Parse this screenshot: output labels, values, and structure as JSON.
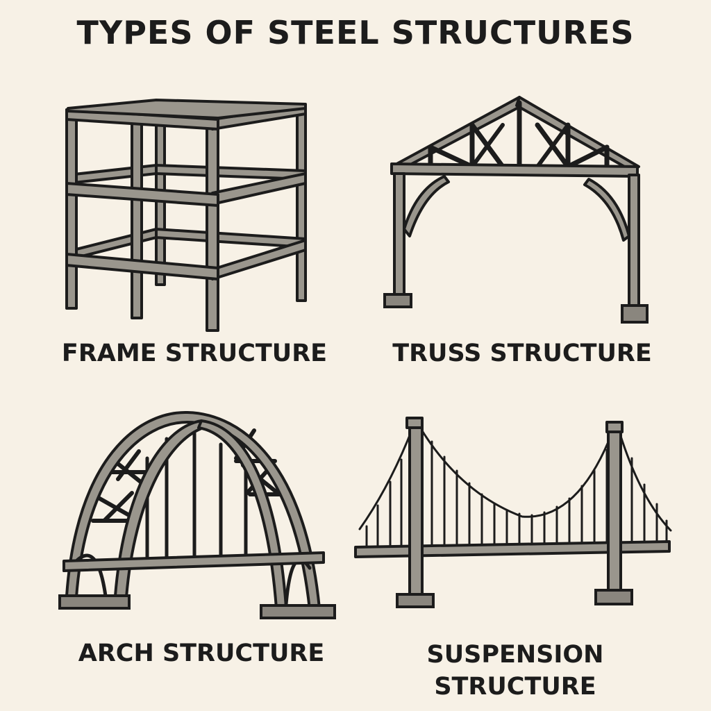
{
  "title": "TYPES OF STEEL STRUCTURES",
  "panels": [
    {
      "label": "FRAME STRUCTURE",
      "icon": "frame-structure-icon"
    },
    {
      "label": "TRUSS STRUCTURE",
      "icon": "truss-structure-icon"
    },
    {
      "label": "ARCH STRUCTURE",
      "icon": "arch-structure-icon"
    },
    {
      "label": "SUSPENSION\nSTRUCTURE",
      "icon": "suspension-structure-icon"
    }
  ],
  "colors": {
    "background": "#f7f1e6",
    "steel": "#9a968d",
    "ink": "#1c1c1c"
  }
}
